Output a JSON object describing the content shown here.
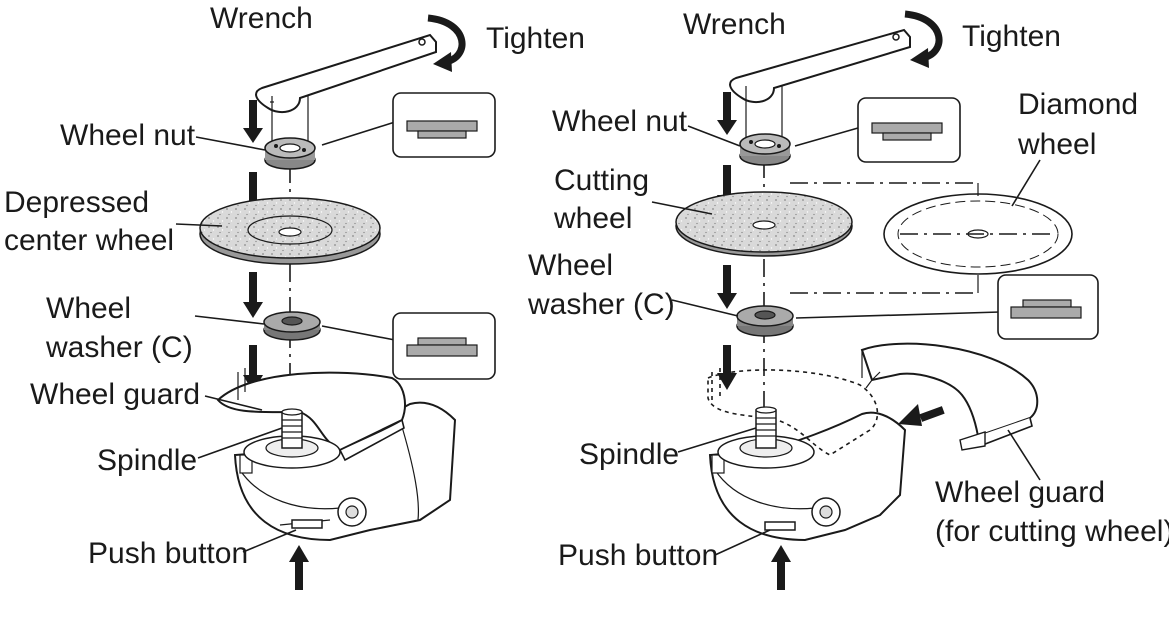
{
  "left": {
    "wrench": "Wrench",
    "tighten": "Tighten",
    "wheel_nut": "Wheel nut",
    "wheel_line1": "Depressed",
    "wheel_line2": "center wheel",
    "washer_line1": "Wheel",
    "washer_line2": "washer (C)",
    "wheel_guard": "Wheel guard",
    "spindle": "Spindle",
    "push_button": "Push button"
  },
  "right": {
    "wrench": "Wrench",
    "tighten": "Tighten",
    "wheel_nut": "Wheel nut",
    "cutting_line1": "Cutting",
    "cutting_line2": "wheel",
    "diamond_line1": "Diamond",
    "diamond_line2": "wheel",
    "washer_line1": "Wheel",
    "washer_line2": "washer (C)",
    "spindle": "Spindle",
    "guard_line1": "Wheel guard",
    "guard_line2": "(for cutting wheel)",
    "push_button": "Push button"
  }
}
